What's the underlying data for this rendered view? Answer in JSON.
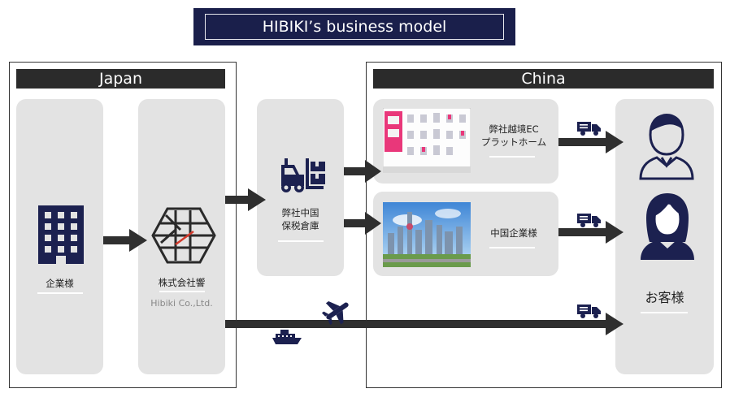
{
  "title": "HIBIKI’s business model",
  "regions": {
    "japan": "Japan",
    "china": "China"
  },
  "nodes": {
    "client_company": "企業様",
    "hibiki_name": "株式会社響",
    "hibiki_en": "Hibiki Co.,Ltd.",
    "warehouse_line1": "弊社中国",
    "warehouse_line2": "保税倉庫",
    "ec_line1": "弊社越境EC",
    "ec_line2": "プラットホーム",
    "china_company": "中国企業様",
    "customers": "お客様"
  },
  "icons": [
    "building-icon",
    "hibiki-logo-icon",
    "forklift-icon",
    "ec-screenshot-image",
    "city-photo-image",
    "truck-icon",
    "man-icon",
    "woman-icon",
    "airplane-icon",
    "ship-icon"
  ],
  "colors": {
    "navy": "#1a1f4b",
    "dark": "#2b2b2b",
    "panel": "#e3e3e3",
    "arrow": "#2f2f2f",
    "icon_navy": "#1c2150"
  }
}
